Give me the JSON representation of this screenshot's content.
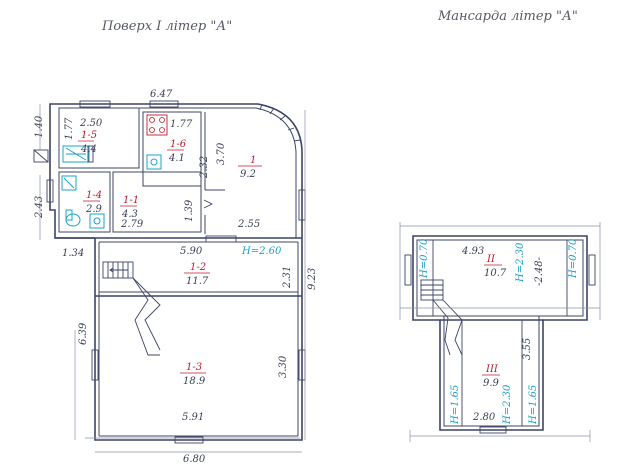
{
  "titles": {
    "floor1": "Поверх І літер \"А\"",
    "attic": "Мансарда літер \"А\""
  },
  "rooms": {
    "r1_5": {
      "label": "1-5",
      "area": "4.4"
    },
    "r1_6": {
      "label": "1-6",
      "area": "4.1"
    },
    "r1": {
      "label": "1",
      "area": "9.2"
    },
    "r1_4": {
      "label": "1-4",
      "area": "2.9"
    },
    "r1_1": {
      "label": "1-1",
      "area": "4.3"
    },
    "r1_2": {
      "label": "1-2",
      "area": "11.7"
    },
    "r1_3": {
      "label": "1-3",
      "area": "18.9"
    },
    "rII": {
      "label": "II",
      "area": "10.7"
    },
    "rIII": {
      "label": "III",
      "area": "9.9"
    }
  },
  "dims": {
    "d647": "6.47",
    "d140": "1.40",
    "d177a": "1.77",
    "d250": "2.50",
    "d177b": "1.77",
    "d370": "3.70",
    "d232": "2.32",
    "d243": "2.43",
    "d279": "2.79",
    "d139": "1.39",
    "d255": "2.55",
    "d134": "1.34",
    "d590": "5.90",
    "d231": "2.31",
    "d923": "9.23",
    "d639": "6.39",
    "d330": "3.30",
    "d591": "5.91",
    "d680": "6.80",
    "d493": "4.93",
    "d248": "-2.48-",
    "d355": "3.55",
    "d280": "2.80"
  },
  "heights": {
    "h260": "H=2.60",
    "h070a": "H=0.70",
    "h230a": "H=2.30",
    "h070b": "H=0.70",
    "h165a": "H=1.65",
    "h230b": "H=2.30",
    "h165b": "H=1.65"
  }
}
